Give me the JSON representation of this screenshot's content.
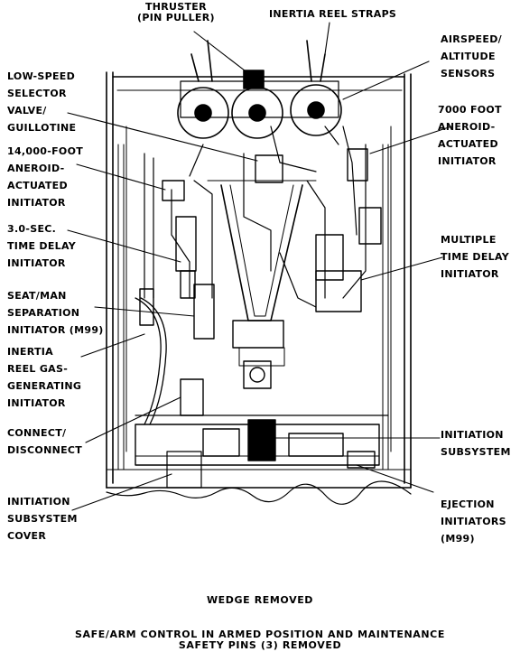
{
  "labels": {
    "thruster": "THRUSTER\n(PIN PULLER)",
    "inertia_reel_straps": "INERTIA REEL STRAPS",
    "airspeed_altitude": "AIRSPEED/\nALTITUDE\nSENSORS",
    "low_speed_selector": "LOW-SPEED\nSELECTOR\nVALVE/\nGUILLOTINE",
    "aneroid_7000": "7000 FOOT\nANEROID-\nACTUATED\nINITIATOR",
    "aneroid_14000": "14,000-FOOT\nANEROID-\nACTUATED\nINITIATOR",
    "time_delay_3sec": "3.0-SEC.\nTIME DELAY\nINITIATOR",
    "multiple_time_delay": "MULTIPLE\nTIME DELAY\nINITIATOR",
    "seat_man_separation": "SEAT/MAN\nSEPARATION\nINITIATOR (M99)",
    "inertia_reel_gas": "INERTIA\nREEL GAS-\nGENERATING\nINITIATOR",
    "connect_disconnect": "CONNECT/\nDISCONNECT",
    "initiation_subsystem": "INITIATION\nSUBSYSTEM",
    "initiation_subsystem_cover": "INITIATION\nSUBSYSTEM\nCOVER",
    "ejection_initiators": "EJECTION\nINITIATORS\n(M99)"
  },
  "captions": {
    "wedge": "WEDGE REMOVED",
    "safe_arm": "SAFE/ARM CONTROL IN ARMED POSITION AND MAINTENANCE\nSAFETY PINS (3) REMOVED"
  }
}
